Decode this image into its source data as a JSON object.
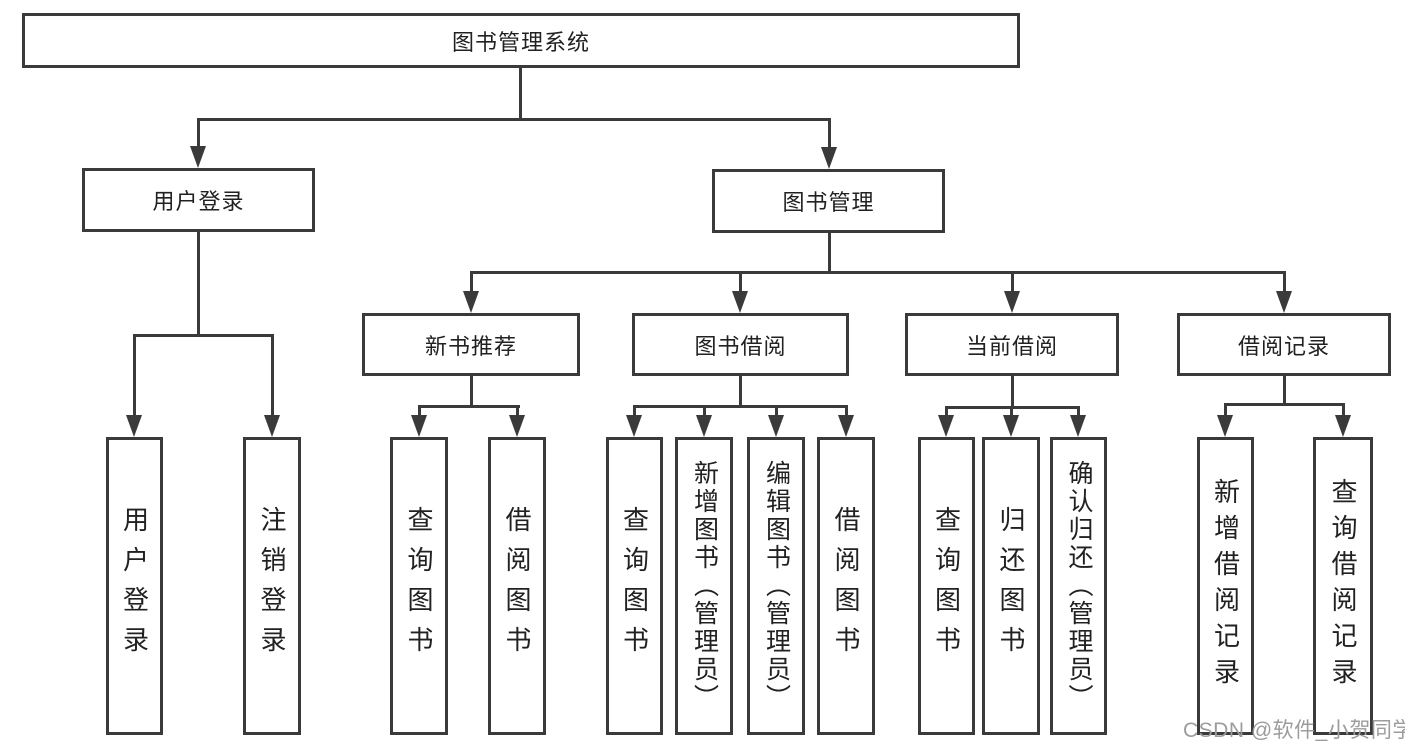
{
  "diagram": {
    "title": "图书管理系统",
    "watermark": "CSDN @软件_小贺同学",
    "colors": {
      "line": "#3a3a3a",
      "text": "#212121",
      "watermark": "#9c9c9c",
      "background": "#ffffff"
    },
    "level2": [
      {
        "label": "用户登录"
      },
      {
        "label": "图书管理"
      }
    ],
    "level3": [
      {
        "label": "新书推荐",
        "parent": "图书管理"
      },
      {
        "label": "图书借阅",
        "parent": "图书管理"
      },
      {
        "label": "当前借阅",
        "parent": "图书管理"
      },
      {
        "label": "借阅记录",
        "parent": "图书管理"
      }
    ],
    "leaves": [
      {
        "label": "用户登录",
        "parent": "用户登录"
      },
      {
        "label": "注销登录",
        "parent": "用户登录"
      },
      {
        "label": "查询图书",
        "parent": "新书推荐"
      },
      {
        "label": "借阅图书",
        "parent": "新书推荐"
      },
      {
        "label": "查询图书",
        "parent": "图书借阅"
      },
      {
        "label": "新增图书（管理员）",
        "parent": "图书借阅"
      },
      {
        "label": "编辑图书（管理员）",
        "parent": "图书借阅"
      },
      {
        "label": "借阅图书",
        "parent": "图书借阅"
      },
      {
        "label": "查询图书",
        "parent": "当前借阅"
      },
      {
        "label": "归还图书",
        "parent": "当前借阅"
      },
      {
        "label": "确认归还（管理员）",
        "parent": "当前借阅"
      },
      {
        "label": "新增借阅记录",
        "parent": "借阅记录"
      },
      {
        "label": "查询借阅记录",
        "parent": "借阅记录"
      }
    ]
  }
}
